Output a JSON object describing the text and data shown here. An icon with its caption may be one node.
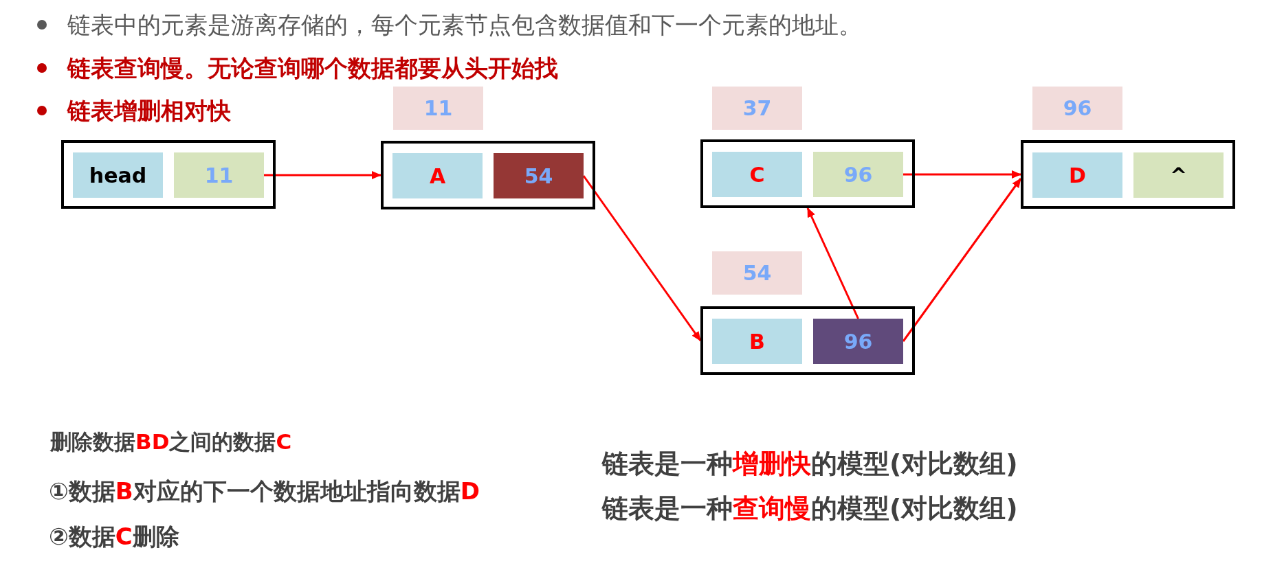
{
  "diagram": {
    "nodes": [
      {
        "text": [
          "11"
        ]
      },
      {
        "text": [
          "37"
        ]
      },
      {
        "text": [
          "96"
        ]
      },
      {
        "text": [],
        "shape": "box"
      },
      {
        "text": [
          "head"
        ],
        "in": 3
      },
      {
        "text": [
          "11"
        ],
        "in": 3
      },
      {
        "text": [],
        "shape": "box"
      },
      {
        "text": [
          "A"
        ],
        "in": 6
      },
      {
        "text": [
          "54"
        ],
        "in": 6
      },
      {
        "text": [],
        "shape": "box"
      },
      {
        "text": [
          "C"
        ],
        "in": 9
      },
      {
        "text": [
          "96"
        ],
        "in": 9
      },
      {
        "text": [],
        "shape": "box"
      },
      {
        "text": [
          "D"
        ],
        "in": 12
      },
      {
        "text": [
          "^"
        ],
        "in": 12
      },
      {
        "text": [
          "54"
        ]
      },
      {
        "text": [],
        "shape": "box"
      },
      {
        "text": [
          "B"
        ],
        "in": 16
      },
      {
        "text": [
          "96"
        ],
        "in": 16
      }
    ],
    "edges": [
      {
        "from": 5,
        "to": 6,
        "arrow": "to"
      },
      {
        "from": 8,
        "to": 16,
        "arrow": "to"
      },
      {
        "from": 11,
        "to": 12,
        "arrow": "to"
      },
      {
        "from": 18,
        "to": 9,
        "arrow": "to"
      },
      {
        "from": 18,
        "to": 12,
        "arrow": "to"
      }
    ],
    "labels": [
      "链表中的元素是游离存储的，每个元素节点包含数据值和下一个元素的地址。",
      "链表查询慢。无论查询哪个数据都要从头开始找",
      "链表增删相对快",
      "删除数据**BD**之间的数据**C**",
      "①数据**B**对应的下一个数据地址指向数据**D**",
      "②数据**C**删除",
      "链表是一种**增删快**的模型(对比数组)",
      "链表是一种**查询慢**的模型(对比数组)"
    ]
  }
}
